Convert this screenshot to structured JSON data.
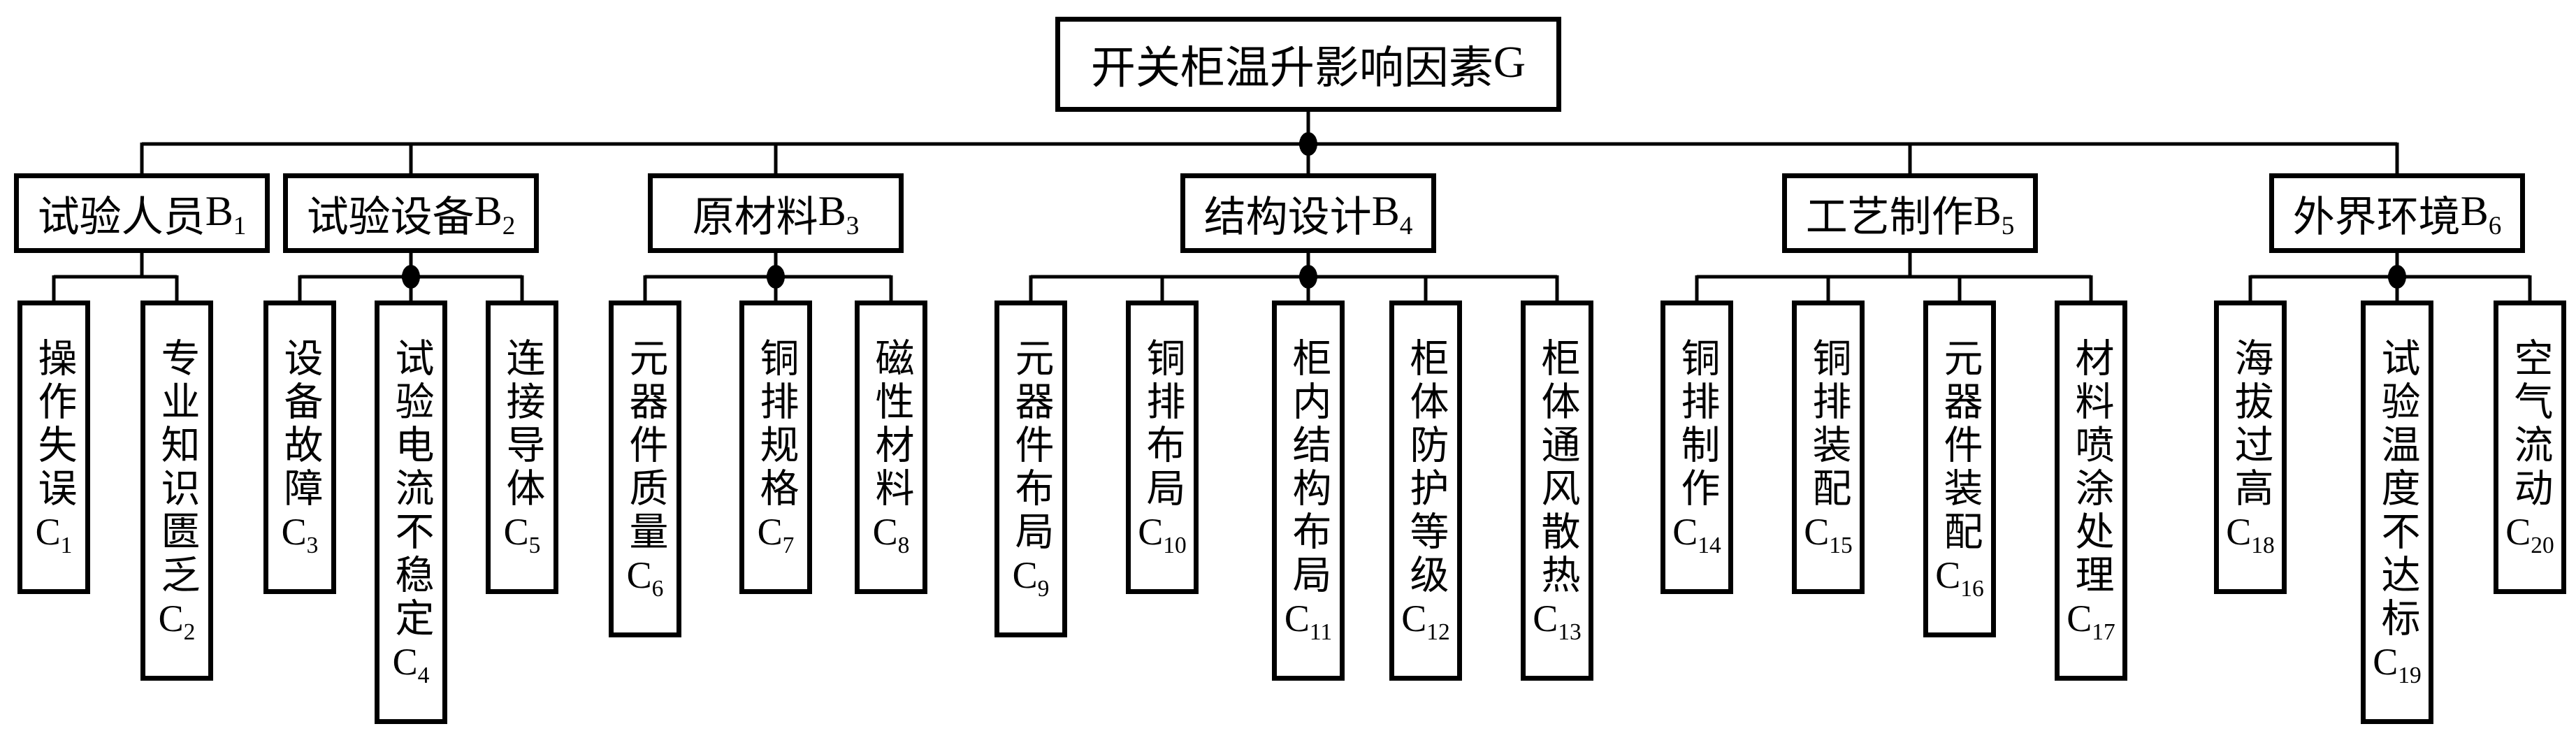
{
  "colors": {
    "line": "#000000",
    "background": "#ffffff",
    "text": "#000000"
  },
  "root": {
    "text": "开关柜温升影响因素",
    "label": "G",
    "sub": ""
  },
  "branches": [
    {
      "id": "B1",
      "text": "试验人员",
      "label": "B",
      "sub": "1"
    },
    {
      "id": "B2",
      "text": "试验设备",
      "label": "B",
      "sub": "2"
    },
    {
      "id": "B3",
      "text": "原材料",
      "label": "B",
      "sub": "3"
    },
    {
      "id": "B4",
      "text": "结构设计",
      "label": "B",
      "sub": "4"
    },
    {
      "id": "B5",
      "text": "工艺制作",
      "label": "B",
      "sub": "5"
    },
    {
      "id": "B6",
      "text": "外界环境",
      "label": "B",
      "sub": "6"
    }
  ],
  "factors": [
    {
      "id": "C1",
      "parent": "B1",
      "text": "操作失误",
      "label": "C",
      "sub": "1"
    },
    {
      "id": "C2",
      "parent": "B1",
      "text": "专业知识匮乏",
      "label": "C",
      "sub": "2"
    },
    {
      "id": "C3",
      "parent": "B2",
      "text": "设备故障",
      "label": "C",
      "sub": "3"
    },
    {
      "id": "C4",
      "parent": "B2",
      "text": "试验电流不稳定",
      "label": "C",
      "sub": "4"
    },
    {
      "id": "C5",
      "parent": "B2",
      "text": "连接导体",
      "label": "C",
      "sub": "5"
    },
    {
      "id": "C6",
      "parent": "B3",
      "text": "元器件质量",
      "label": "C",
      "sub": "6"
    },
    {
      "id": "C7",
      "parent": "B3",
      "text": "铜排规格",
      "label": "C",
      "sub": "7"
    },
    {
      "id": "C8",
      "parent": "B3",
      "text": "磁性材料",
      "label": "C",
      "sub": "8"
    },
    {
      "id": "C9",
      "parent": "B4",
      "text": "元器件布局",
      "label": "C",
      "sub": "9"
    },
    {
      "id": "C10",
      "parent": "B4",
      "text": "铜排布局",
      "label": "C",
      "sub": "10"
    },
    {
      "id": "C11",
      "parent": "B4",
      "text": "柜内结构布局",
      "label": "C",
      "sub": "11"
    },
    {
      "id": "C12",
      "parent": "B4",
      "text": "柜体防护等级",
      "label": "C",
      "sub": "12"
    },
    {
      "id": "C13",
      "parent": "B4",
      "text": "柜体通风散热",
      "label": "C",
      "sub": "13"
    },
    {
      "id": "C14",
      "parent": "B5",
      "text": "铜排制作",
      "label": "C",
      "sub": "14"
    },
    {
      "id": "C15",
      "parent": "B5",
      "text": "铜排装配",
      "label": "C",
      "sub": "15"
    },
    {
      "id": "C16",
      "parent": "B5",
      "text": "元器件装配",
      "label": "C",
      "sub": "16"
    },
    {
      "id": "C17",
      "parent": "B5",
      "text": "材料喷涂处理",
      "label": "C",
      "sub": "17"
    },
    {
      "id": "C18",
      "parent": "B6",
      "text": "海拔过高",
      "label": "C",
      "sub": "18"
    },
    {
      "id": "C19",
      "parent": "B6",
      "text": "试验温度不达标",
      "label": "C",
      "sub": "19"
    },
    {
      "id": "C20",
      "parent": "B6",
      "text": "空气流动",
      "label": "C",
      "sub": "20"
    }
  ]
}
